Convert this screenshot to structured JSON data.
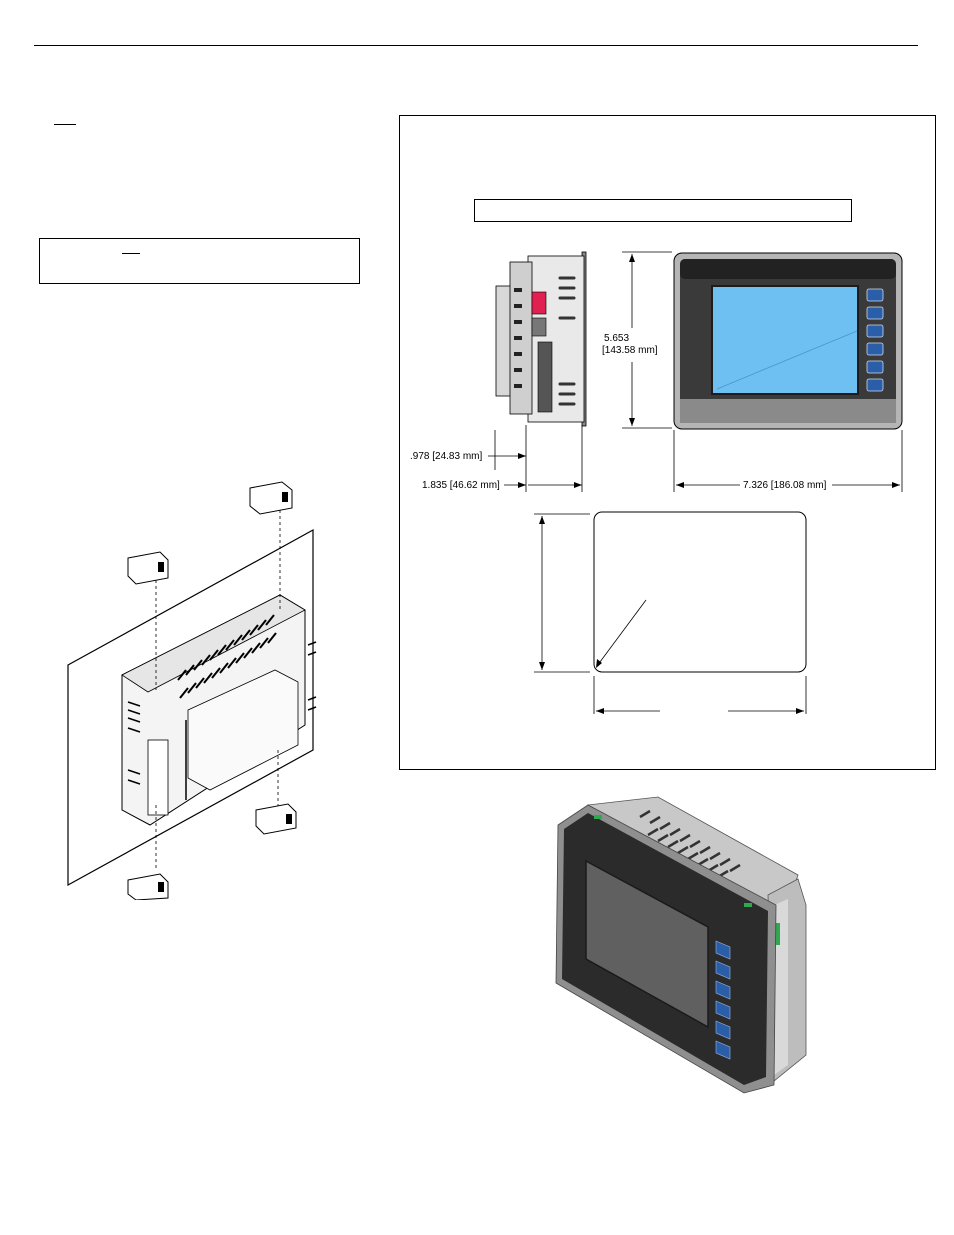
{
  "dimensions": {
    "height_in": "5.653",
    "height_mm": "[143.58 mm]",
    "depth_front": ".978 [24.83 mm]",
    "depth_total": "1.835 [46.62 mm]",
    "width": "7.326 [186.08 mm]"
  },
  "icons": {
    "panel_mounting": "panel-mounting-clips-drawing",
    "side_view": "side-view-drawing",
    "front_view": "front-view-drawing",
    "cutout": "panel-cutout-drawing",
    "iso_view": "isometric-product-render"
  },
  "colors": {
    "screen": "#6ec0f2",
    "bezel": "#3a3a3a",
    "button": "#2a5ea8"
  }
}
